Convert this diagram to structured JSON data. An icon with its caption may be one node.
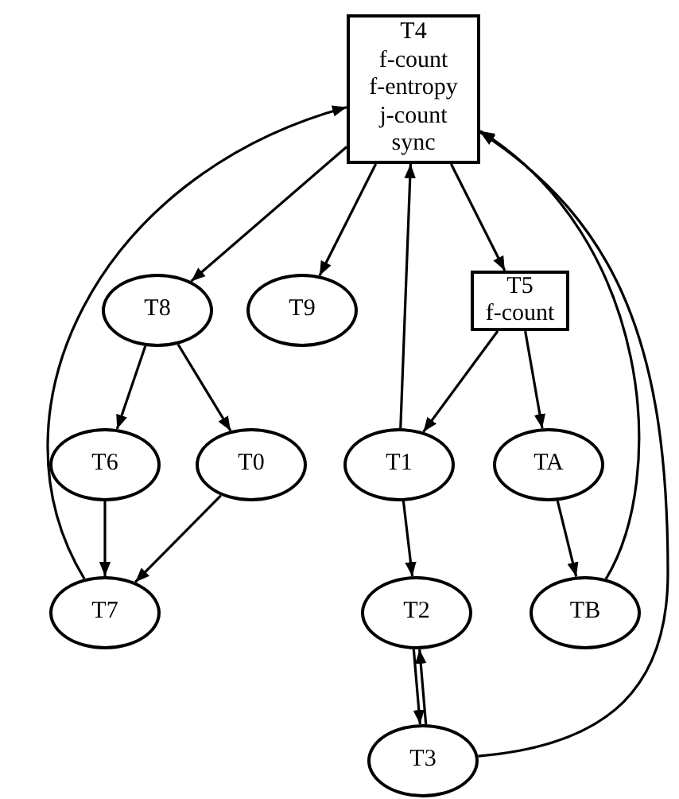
{
  "diagram": {
    "nodes": [
      {
        "text": [
          "T4",
          "f-count",
          "f-entropy",
          "j-count",
          "sync"
        ]
      },
      {
        "text": [
          "T8"
        ]
      },
      {
        "text": [
          "T9"
        ]
      },
      {
        "text": [
          "T5",
          "f-count"
        ]
      },
      {
        "text": [
          "T6"
        ]
      },
      {
        "text": [
          "T0"
        ]
      },
      {
        "text": [
          "T1"
        ]
      },
      {
        "text": [
          "TA"
        ]
      },
      {
        "text": [
          "T7"
        ]
      },
      {
        "text": [
          "T2"
        ]
      },
      {
        "text": [
          "TB"
        ]
      },
      {
        "text": [
          "T3"
        ]
      }
    ],
    "edges": [
      {
        "from": 0,
        "to": 1,
        "arrow": "to"
      },
      {
        "from": 0,
        "to": 2,
        "arrow": "to"
      },
      {
        "from": 0,
        "to": 3,
        "arrow": "to"
      },
      {
        "from": 8,
        "to": 0,
        "arrow": "to"
      },
      {
        "from": 6,
        "to": 0,
        "arrow": "to"
      },
      {
        "from": 3,
        "to": 6,
        "arrow": "to"
      },
      {
        "from": 3,
        "to": 7,
        "arrow": "to"
      },
      {
        "from": 1,
        "to": 4,
        "arrow": "to"
      },
      {
        "from": 1,
        "to": 5,
        "arrow": "to"
      },
      {
        "from": 4,
        "to": 8,
        "arrow": "to"
      },
      {
        "from": 5,
        "to": 8,
        "arrow": "to"
      },
      {
        "from": 6,
        "to": 9,
        "arrow": "to"
      },
      {
        "from": 7,
        "to": 10,
        "arrow": "to"
      },
      {
        "from": 10,
        "to": 0,
        "arrow": "to"
      },
      {
        "from": 11,
        "to": 0,
        "arrow": "to"
      },
      {
        "from": 9,
        "to": 11,
        "arrow": "to"
      },
      {
        "from": 11,
        "to": 9,
        "arrow": "to"
      }
    ]
  }
}
